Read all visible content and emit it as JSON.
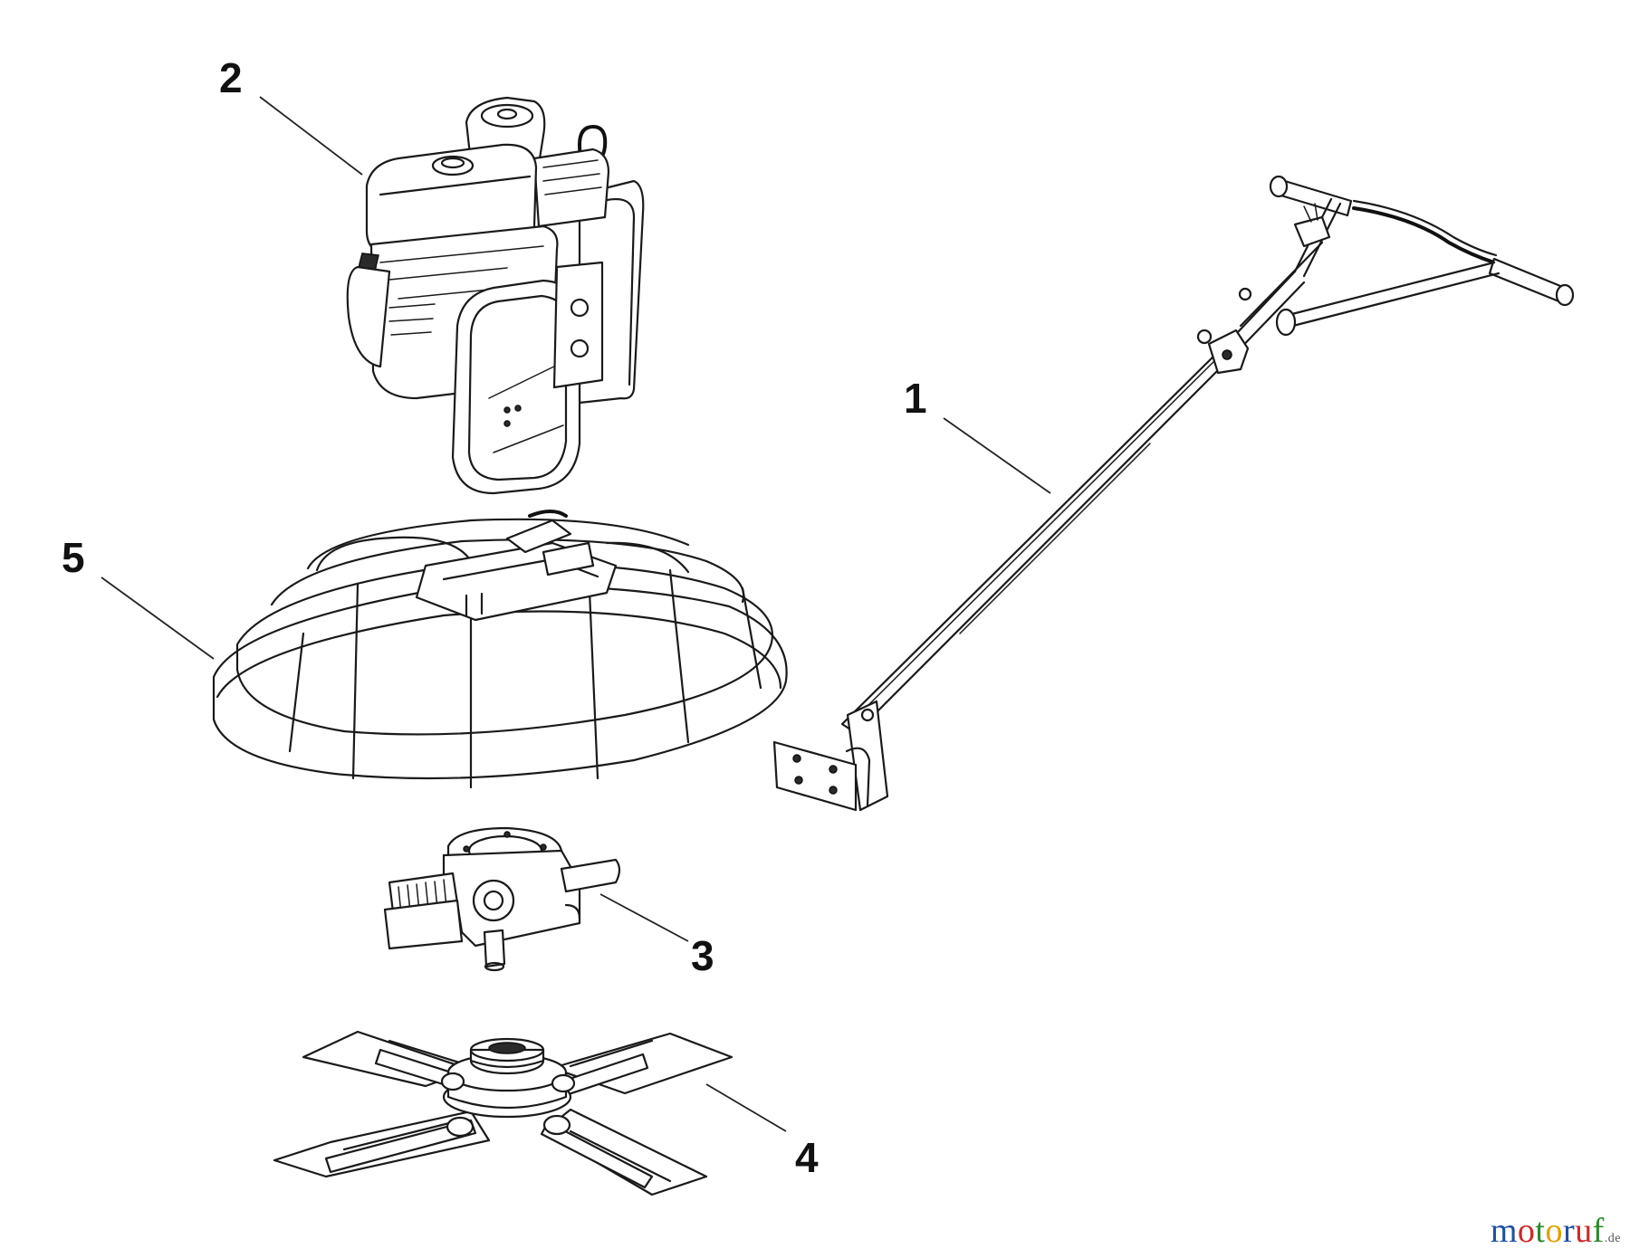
{
  "callouts": [
    {
      "id": "1",
      "label": "1"
    },
    {
      "id": "2",
      "label": "2"
    },
    {
      "id": "3",
      "label": "3"
    },
    {
      "id": "4",
      "label": "4"
    },
    {
      "id": "5",
      "label": "5"
    }
  ],
  "watermark": {
    "letters": [
      "m",
      "o",
      "t",
      "o",
      "r",
      "u",
      "f"
    ],
    "domain": ".de",
    "colors": [
      "#1f4fa3",
      "#d02828",
      "#2a8a2a",
      "#e0a000",
      "#1f4fa3",
      "#d02828",
      "#2a8a2a"
    ]
  }
}
